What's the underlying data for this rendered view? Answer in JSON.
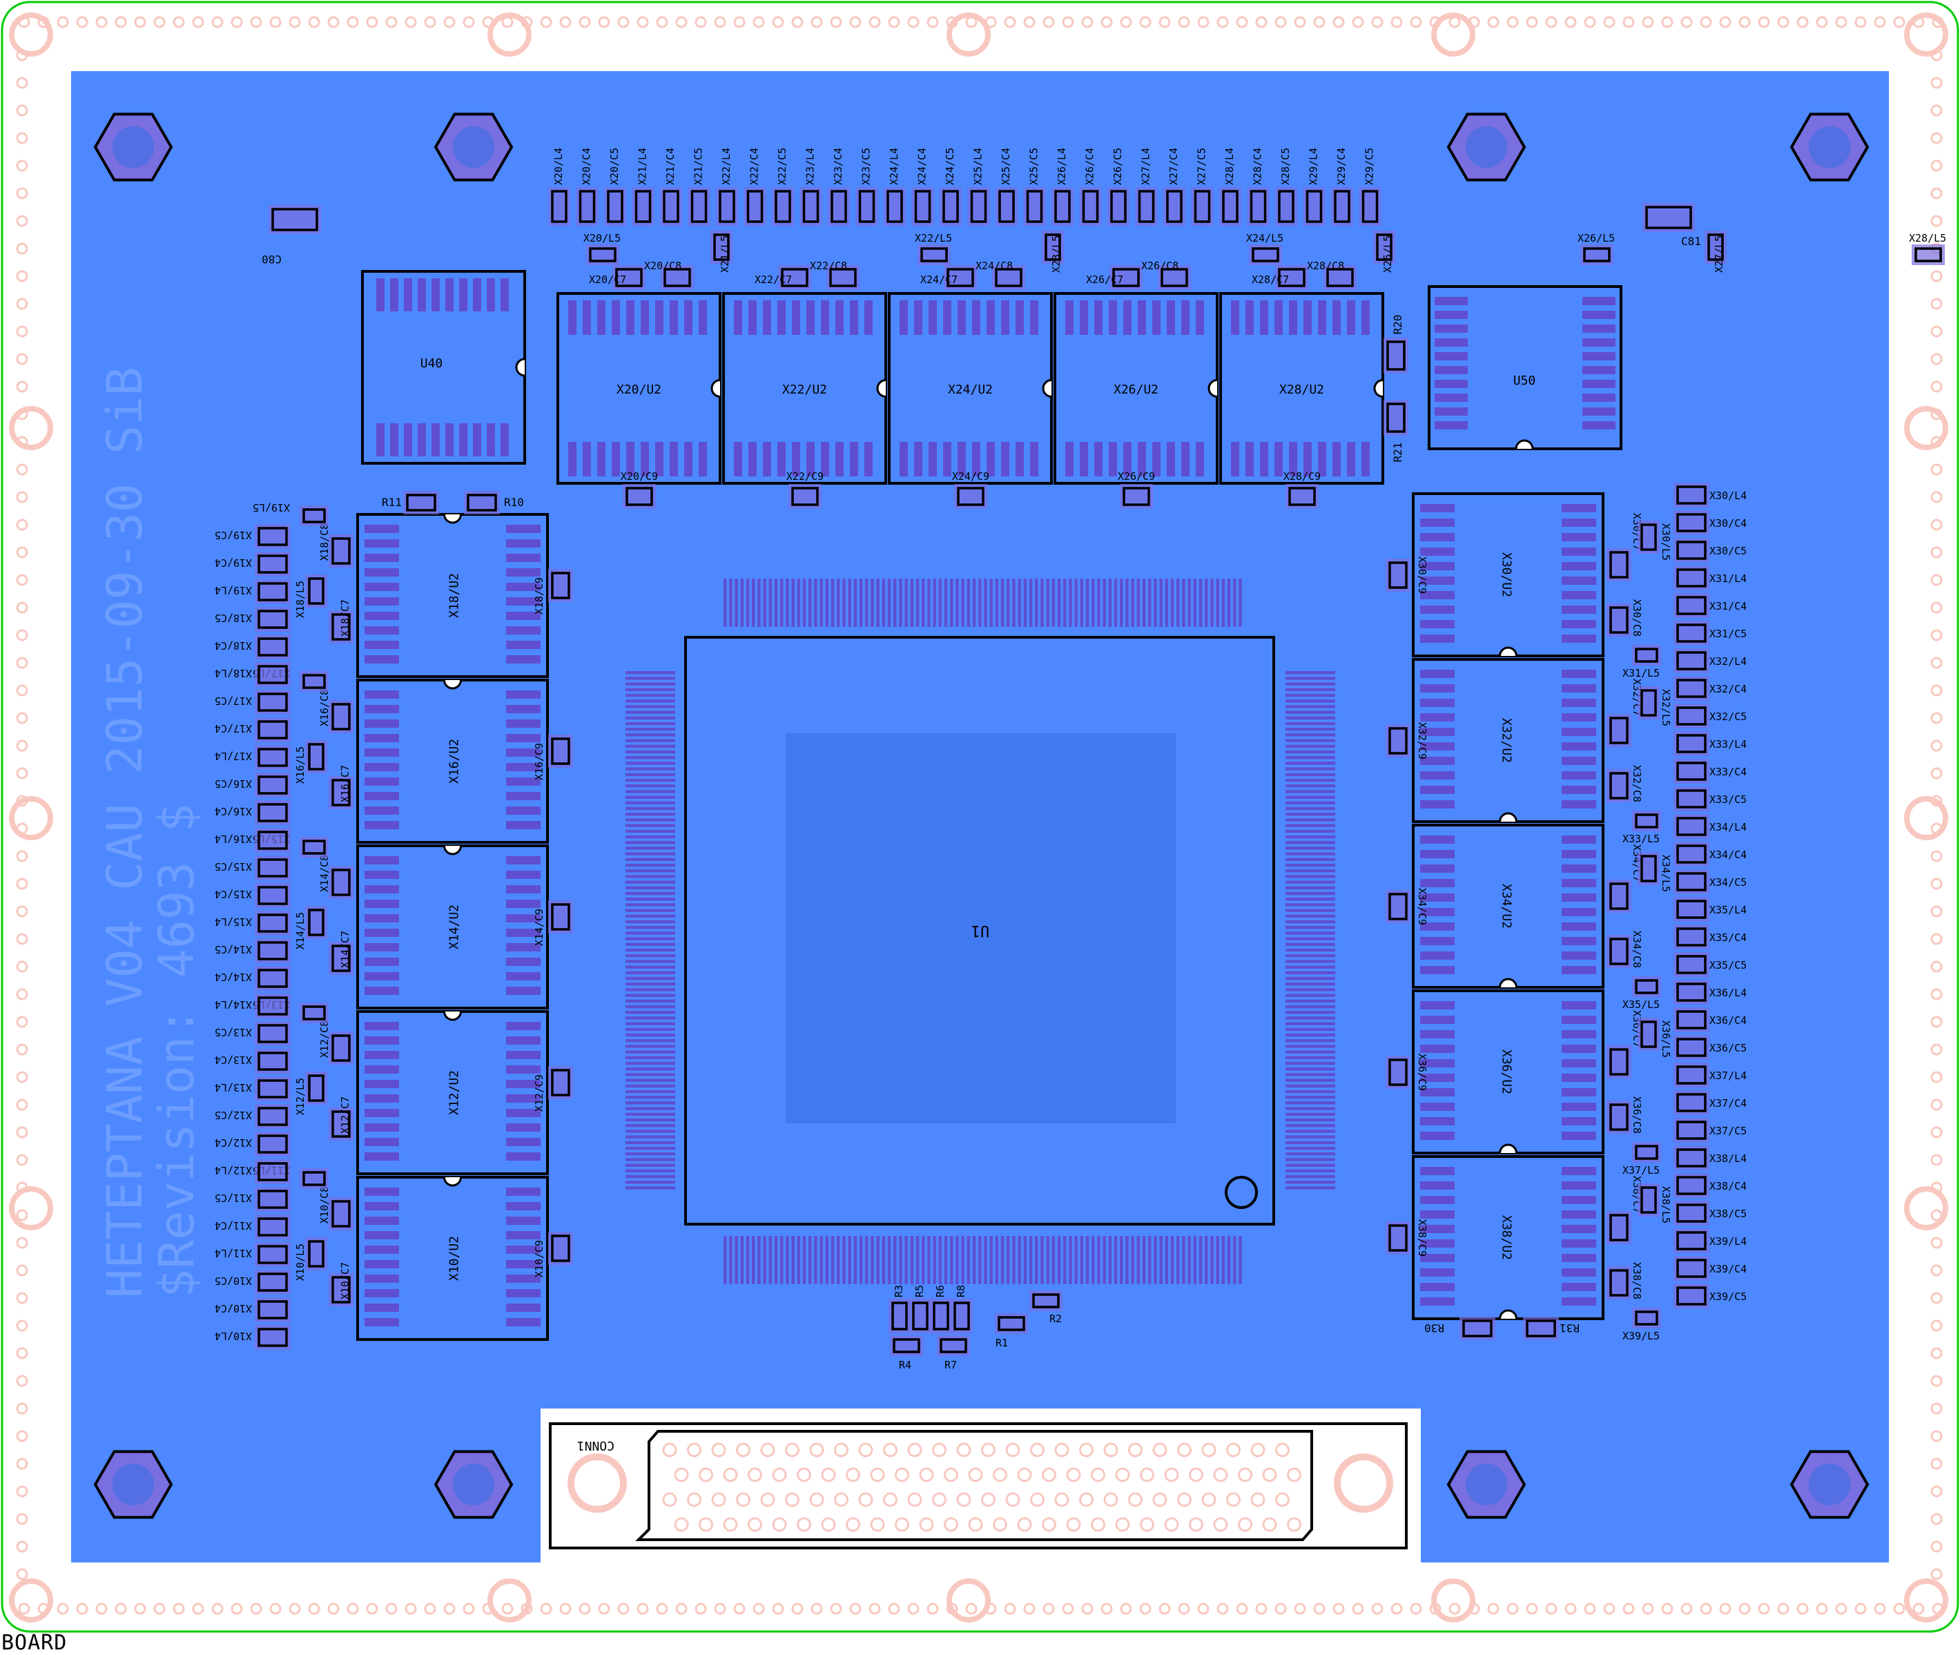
{
  "board": {
    "name": "BOARD",
    "silk_text_1": "HETEPTANA V04 CAU 2015-09-30 SiB",
    "silk_text_2": "$Revision: 4693 $"
  },
  "colors": {
    "board_fill": "#ffffff",
    "outline": "#00cc00",
    "copper": "#4d88ff",
    "copper_dark": "#3a6fe6",
    "pad": "#5f4fd0",
    "pad_light": "#7a6fe0",
    "component_outline": "#000000",
    "via_ring": "#f8c8c0"
  },
  "chips": {
    "main": "U1",
    "u40": "U40",
    "u50": "U50",
    "connector": "CONN1"
  },
  "top_sockets": [
    "X20/U2",
    "X22/U2",
    "X24/U2",
    "X26/U2",
    "X28/U2"
  ],
  "top_caps_c9": [
    "X20/C9",
    "X22/C9",
    "X24/C9",
    "X26/C9",
    "X28/C9"
  ],
  "top_row_labels": [
    "X20/L4",
    "X20/C4",
    "X20/C5",
    "X21/L4",
    "X21/C4",
    "X21/C5",
    "X22/L4",
    "X22/C4",
    "X22/C5",
    "X23/L4",
    "X23/C4",
    "X23/C5",
    "X24/L4",
    "X24/C4",
    "X24/C5",
    "X25/L4",
    "X25/C4",
    "X25/C5",
    "X26/L4",
    "X26/C4",
    "X26/C5",
    "X27/L4",
    "X27/C4",
    "X27/C5",
    "X28/L4",
    "X28/C4",
    "X28/C5",
    "X29/L4",
    "X29/C4",
    "X29/C5"
  ],
  "top_l5_labels": [
    "X20/L5",
    "X21/L5",
    "X22/L5",
    "X23/L5",
    "X24/L5",
    "X25/L5",
    "X26/L5",
    "X27/L5",
    "X28/L5",
    "X29/L5"
  ],
  "top_c7_c8": [
    "X20/C7",
    "X20/C8",
    "X22/C7",
    "X22/C8",
    "X24/C7",
    "X24/C8",
    "X26/C7",
    "X26/C8",
    "X28/C7",
    "X28/C8"
  ],
  "left_sockets": [
    "X18/U2",
    "X16/U2",
    "X14/U2",
    "X12/U2",
    "X10/U2"
  ],
  "left_c9": [
    "X18/C9",
    "X16/C9",
    "X14/C9",
    "X12/C9",
    "X10/C9"
  ],
  "left_c8": [
    "X18/C8",
    "X16/C8",
    "X14/C8",
    "X12/C8",
    "X10/C8"
  ],
  "left_c7": [
    "X18/C7",
    "X16/C7",
    "X14/C7",
    "X12/C7",
    "X10/C7"
  ],
  "left_l5": [
    "X19/L5",
    "X18/L5",
    "X17/L5",
    "X16/L5",
    "X15/L5",
    "X14/L5",
    "X13/L5",
    "X12/L5",
    "X11/L5",
    "X10/L5"
  ],
  "left_column_labels": [
    "X19/C5",
    "X19/C4",
    "X19/L4",
    "X18/C5",
    "X18/C4",
    "X18/L4",
    "X17/C5",
    "X17/C4",
    "X17/L4",
    "X16/C5",
    "X16/C4",
    "X16/L4",
    "X15/C5",
    "X15/C4",
    "X15/L4",
    "X14/C5",
    "X14/C4",
    "X14/L4",
    "X13/C5",
    "X13/C4",
    "X13/L4",
    "X12/C5",
    "X12/C4",
    "X12/L4",
    "X11/C5",
    "X11/C4",
    "X11/L4",
    "X10/C5",
    "X10/C4",
    "X10/L4"
  ],
  "right_sockets": [
    "X30/U2",
    "X32/U2",
    "X34/U2",
    "X36/U2",
    "X38/U2"
  ],
  "right_c9": [
    "X30/C9",
    "X32/C9",
    "X34/C9",
    "X36/C9",
    "X38/C9"
  ],
  "right_c8": [
    "X30/C8",
    "X32/C8",
    "X34/C8",
    "X36/C8",
    "X38/C8"
  ],
  "right_c7": [
    "X30/C7",
    "X32/C7",
    "X34/C7",
    "X36/C7",
    "X38/C7"
  ],
  "right_l5_side": [
    "X31/L5",
    "X33/L5",
    "X35/L5",
    "X37/L5",
    "X39/L5"
  ],
  "right_l5_vert": [
    "X30/L5",
    "X32/L5",
    "X34/L5",
    "X36/L5",
    "X38/L5"
  ],
  "right_column_labels": [
    "X30/L4",
    "X30/C4",
    "X30/C5",
    "X31/L4",
    "X31/C4",
    "X31/C5",
    "X32/L4",
    "X32/C4",
    "X32/C5",
    "X33/L4",
    "X33/C4",
    "X33/C5",
    "X34/L4",
    "X34/C4",
    "X34/C5",
    "X35/L4",
    "X35/C4",
    "X35/C5",
    "X36/L4",
    "X36/C4",
    "X36/C5",
    "X37/L4",
    "X37/C4",
    "X37/C5",
    "X38/L4",
    "X38/C4",
    "X38/C5",
    "X39/L4",
    "X39/C4",
    "X39/C5"
  ],
  "misc_parts": {
    "c80": "C80",
    "c81": "C81",
    "r10": "R10",
    "r11": "R11",
    "r20": "R20",
    "r21": "R21",
    "r30": "R30",
    "r31": "R31",
    "r1": "R1",
    "r2": "R2",
    "r3": "R3",
    "r4": "R4",
    "r5": "R5",
    "r6": "R6",
    "r7": "R7",
    "r8": "R8"
  }
}
